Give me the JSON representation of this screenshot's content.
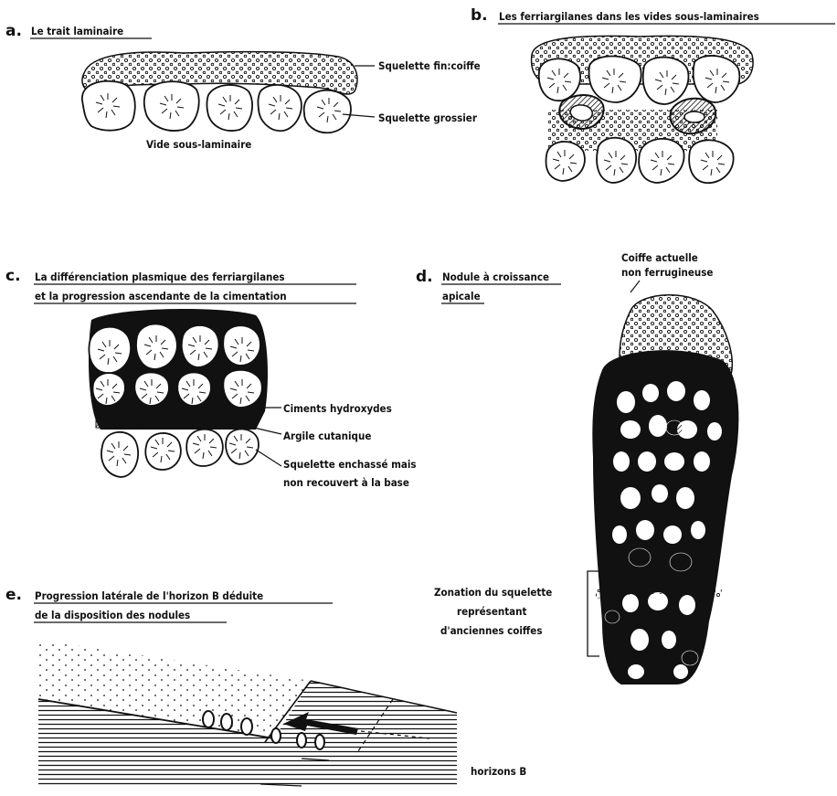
{
  "panels": {
    "a": {
      "letter": "a.",
      "title": "Le trait laminaire",
      "labels": {
        "fine": "Squelette fin:coiffe",
        "coarse": "Squelette grossier",
        "void": "Vide sous-laminaire"
      }
    },
    "b": {
      "letter": "b.",
      "title": "Les ferriargilanes dans les vides sous-laminaires"
    },
    "c": {
      "letter": "c.",
      "title_line1": "La différenciation plasmique des ferriargilanes",
      "title_line2": "et la progression ascendante de la cimentation",
      "labels": {
        "cements": "Ciments hydroxydes",
        "clay": "Argile cutanique",
        "skeleton_line1": "Squelette enchassé mais",
        "skeleton_line2": "non recouvert à la base"
      }
    },
    "d": {
      "letter": "d.",
      "title_line1": "Nodule à croissance",
      "title_line2": "apicale",
      "labels": {
        "cap_line1": "Coiffe actuelle",
        "cap_line2": "non ferrugineuse",
        "zonation_line1": "Zonation du squelette",
        "zonation_line2": "représentant",
        "zonation_line3": "d'anciennes coiffes"
      }
    },
    "e": {
      "letter": "e.",
      "title_line1": "Progression latérale de l'horizon B déduite",
      "title_line2": "de la disposition des nodules",
      "labels": {
        "horizon": "horizons B"
      }
    }
  }
}
